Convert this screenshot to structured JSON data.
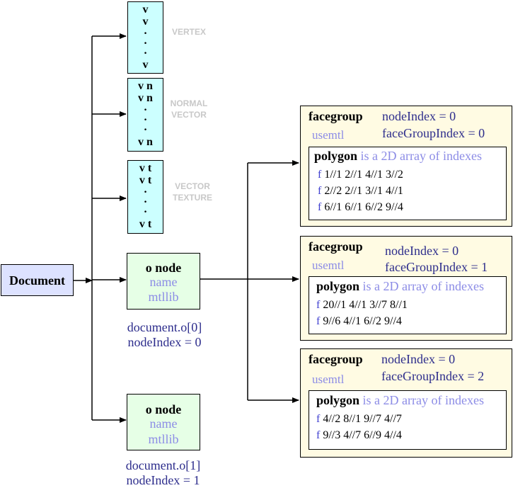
{
  "document": {
    "label": "Document"
  },
  "vertex_box": {
    "lines": [
      "v",
      "v",
      "·",
      "·",
      "·",
      "v"
    ],
    "side_label": "VERTEX"
  },
  "normal_box": {
    "lines": [
      "v n",
      "v n",
      "·",
      "·",
      "·",
      "v n"
    ],
    "side_label_1": "NORMAL",
    "side_label_2": "VECTOR"
  },
  "texture_box": {
    "lines": [
      "v t",
      "v t",
      "·",
      "·",
      "·",
      "v t"
    ],
    "side_label_1": "VECTOR",
    "side_label_2": "TEXTURE"
  },
  "o_nodes": [
    {
      "title": "o node",
      "field1": "name",
      "field2": "mtllib",
      "caption1": "document.o[0]",
      "caption2": "nodeIndex = 0"
    },
    {
      "title": "o node",
      "field1": "name",
      "field2": "mtllib",
      "caption1": "document.o[1]",
      "caption2": "nodeIndex = 1"
    }
  ],
  "facegroups": [
    {
      "title": "facegroup",
      "usemtl": "usemtl",
      "node_index": "nodeIndex = 0",
      "face_group_index": "faceGroupIndex = 0",
      "polygon_title": "polygon",
      "polygon_desc": "is a 2D array of indexes",
      "faces": [
        {
          "f": "f",
          "rest": "1//1 2//1 4//1 3//2"
        },
        {
          "f": "f",
          "rest": "2//2 2//1 3//1 4//1"
        },
        {
          "f": "f",
          "rest": "6//1 6//1 6//2 9//4"
        }
      ]
    },
    {
      "title": "facegroup",
      "usemtl": "usemtl",
      "node_index": "nodeIndex = 0",
      "face_group_index": "faceGroupIndex = 1",
      "polygon_title": "polygon",
      "polygon_desc": "is a 2D array of indexes",
      "faces": [
        {
          "f": "f",
          "rest": "20//1 4//1 3//7 8//1"
        },
        {
          "f": "f",
          "rest": "9//6 4//1 6//2 9//4"
        }
      ]
    },
    {
      "title": "facegroup",
      "usemtl": "usemtl",
      "node_index": "nodeIndex = 0",
      "face_group_index": "faceGroupIndex = 2",
      "polygon_title": "polygon",
      "polygon_desc": "is a 2D array of indexes",
      "faces": [
        {
          "f": "f",
          "rest": "4//2 8//1 9//7 4//7"
        },
        {
          "f": "f",
          "rest": "9//3 4//7 6//9 4//4"
        }
      ]
    }
  ]
}
